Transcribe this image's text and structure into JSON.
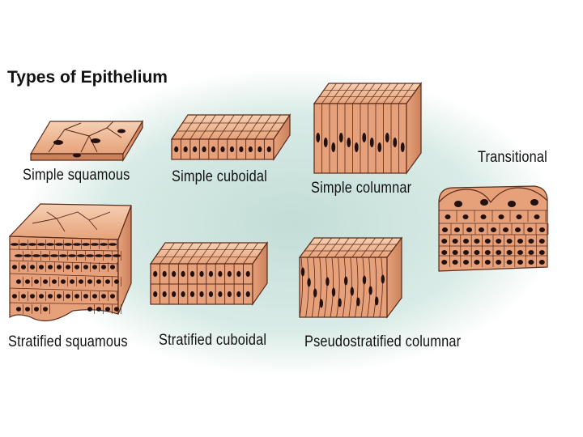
{
  "title": "Types of Epithelium",
  "tissues": [
    {
      "label": "Simple squamous"
    },
    {
      "label": "Simple cuboidal"
    },
    {
      "label": "Simple columnar"
    },
    {
      "label": "Transitional"
    },
    {
      "label": "Stratified squamous"
    },
    {
      "label": "Stratified cuboidal"
    },
    {
      "label": "Pseudostratified columnar"
    }
  ],
  "colors": {
    "cell_fill": "#e8a27a",
    "cell_light": "#f3c4a3",
    "outline": "#5a2a1a",
    "nucleus": "#231010",
    "background_glow": "#c3ddd7"
  }
}
